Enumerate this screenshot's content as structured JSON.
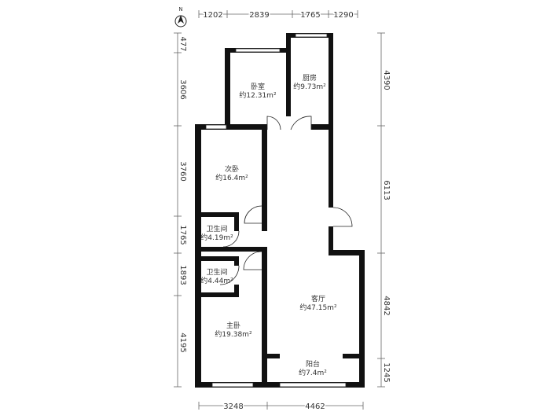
{
  "compass": {
    "label": "N",
    "icon": "north-arrow-icon"
  },
  "dimensions": {
    "top": [
      "1202",
      "2839",
      "1765",
      "1290"
    ],
    "left": [
      "477",
      "3606",
      "3760",
      "1765",
      "1893",
      "4195"
    ],
    "right": [
      "4390",
      "6113",
      "4842",
      "1245"
    ],
    "bottom": [
      "3248",
      "4462"
    ]
  },
  "rooms": {
    "bedroom": {
      "name": "卧室",
      "area": "约12.31m²"
    },
    "kitchen": {
      "name": "厨房",
      "area": "约9.73m²"
    },
    "second_bedroom": {
      "name": "次卧",
      "area": "约16.4m²"
    },
    "bathroom1": {
      "name": "卫生间",
      "area": "约4.19m²"
    },
    "bathroom2": {
      "name": "卫生间",
      "area": "约4.44m²"
    },
    "living_room": {
      "name": "客厅",
      "area": "约47.15m²"
    },
    "master_bedroom": {
      "name": "主卧",
      "area": "约19.38m²"
    },
    "balcony": {
      "name": "阳台",
      "area": "约7.4m²"
    }
  },
  "colors": {
    "wall": "#111111",
    "text": "#333333",
    "dimension": "#666666"
  }
}
